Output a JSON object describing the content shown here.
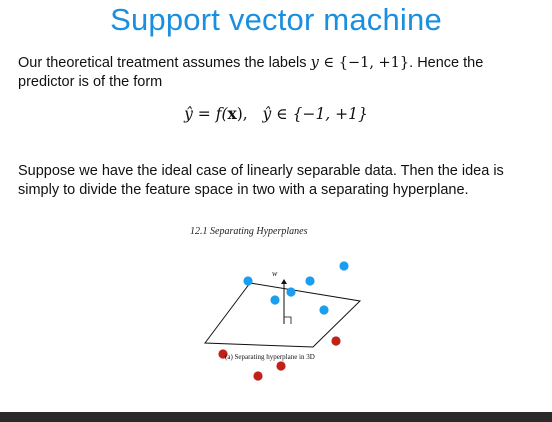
{
  "slide": {
    "title": "Support vector machine",
    "para1": {
      "text_before": "Our theoretical treatment assumes the labels ",
      "math_var": "y",
      "math_set": " ∈ {−1, +1}",
      "text_after": ". Hence the predictor is of the form"
    },
    "equation": {
      "lhs": "ŷ = f(",
      "x": "x",
      "rhs": "),",
      "second": "ŷ ∈ {−1, +1}"
    },
    "para2": "Suppose we have the ideal case of linearly separable data. Then the idea is simply to divide the feature space in two with a separating hyperplane.",
    "figure": {
      "section": "12.1 Separating Hyperplanes",
      "w_label": "w",
      "caption": "(a) Separating hyperplane in 3D"
    },
    "colors": {
      "title": "#1a8fe0",
      "positive_points": "#1a9ff0",
      "negative_points": "#c0221a",
      "bottom_bar": "#2a2a2a"
    }
  }
}
